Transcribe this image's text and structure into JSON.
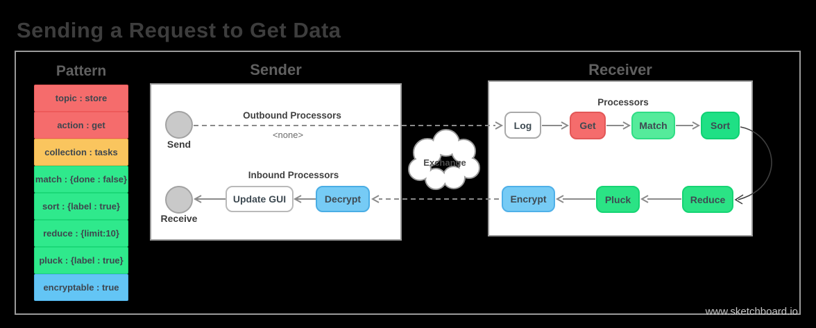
{
  "title": "Sending a Request to Get Data",
  "watermark": "www.sketchboard.io",
  "colors": {
    "canvas_bg": "#000000",
    "panel_bg": "#ffffff",
    "frame_border": "#9b9b9b",
    "arrow_gray": "#8a8a8a",
    "curve_dark": "#3f3f3f",
    "red": "#f56c6c",
    "yellow": "#fac55e",
    "green": "#2be385",
    "light_green": "#55eb9b",
    "node_blue": "#76cbf5",
    "pattern_blue": "#63c5f5",
    "endpoint_gray": "#c9c9c9"
  },
  "pattern": {
    "heading": "Pattern",
    "items": [
      {
        "label": "topic : store",
        "fill": "#f56c6c",
        "border": "#ed5a5a"
      },
      {
        "label": "action : get",
        "fill": "#f56c6c",
        "border": "#ed5a5a"
      },
      {
        "label": "collection : tasks",
        "fill": "#fac55e",
        "border": "#efb24a"
      },
      {
        "label": "match : {done : false}",
        "fill": "#2fe98c",
        "border": "#1bd877"
      },
      {
        "label": "sort : {label : true}",
        "fill": "#2fe98c",
        "border": "#1bd877"
      },
      {
        "label": "reduce : {limit:10}",
        "fill": "#2fe98c",
        "border": "#1bd877"
      },
      {
        "label": "pluck : {label : true}",
        "fill": "#2fe98c",
        "border": "#1bd877"
      },
      {
        "label": "encryptable : true",
        "fill": "#63c5f5",
        "border": "#4fb2e8"
      }
    ]
  },
  "sender": {
    "heading": "Sender",
    "send_label": "Send",
    "receive_label": "Receive",
    "outbound_label": "Outbound Processors",
    "outbound_value": "<none>",
    "inbound_label": "Inbound Processors",
    "nodes": [
      {
        "label": "Update GUI",
        "fill": "#ffffff",
        "border": "#b9b9b9"
      },
      {
        "label": "Decrypt",
        "fill": "#76cbf5",
        "border": "#4aade4"
      }
    ]
  },
  "exchange": {
    "label": "Exchange"
  },
  "receiver": {
    "heading": "Receiver",
    "processors_label": "Processors",
    "nodes": [
      {
        "label": "Log",
        "fill": "#ffffff",
        "border": "#a9a9a9"
      },
      {
        "label": "Get",
        "fill": "#f56c6c",
        "border": "#e25757"
      },
      {
        "label": "Match",
        "fill": "#55eb9b",
        "border": "#2edd84"
      },
      {
        "label": "Sort",
        "fill": "#1fe085",
        "border": "#0fd173"
      },
      {
        "label": "Reduce",
        "fill": "#2be385",
        "border": "#15d473"
      },
      {
        "label": "Pluck",
        "fill": "#2be385",
        "border": "#15d473"
      },
      {
        "label": "Encrypt",
        "fill": "#76cbf5",
        "border": "#4fb0e8"
      }
    ]
  }
}
